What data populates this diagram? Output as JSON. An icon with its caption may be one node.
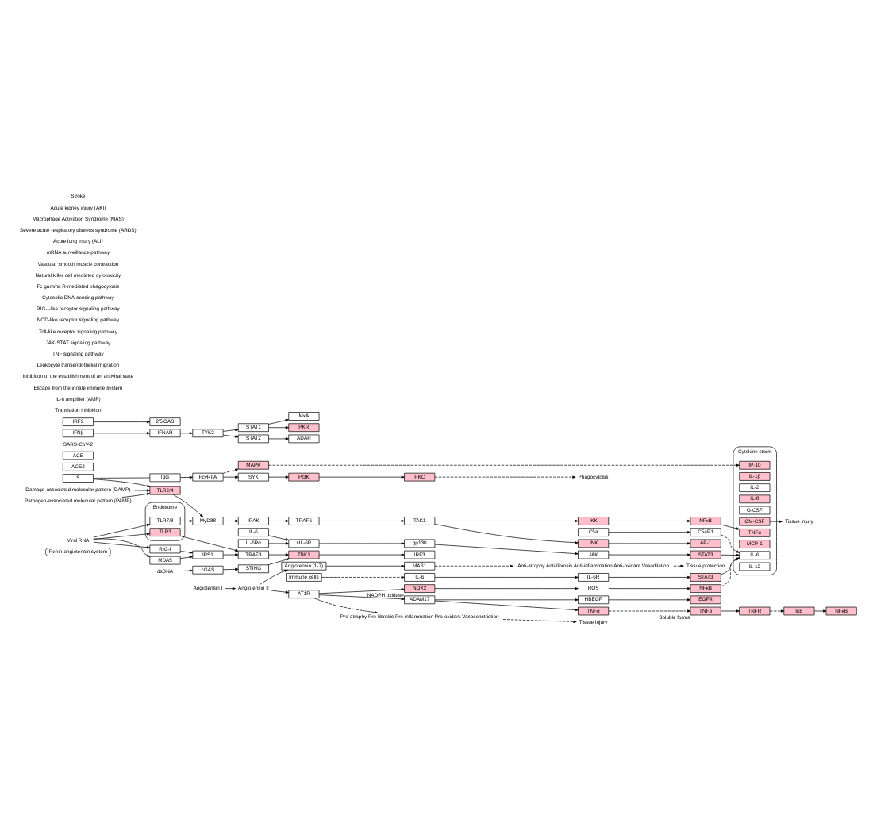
{
  "diagram": {
    "nodes": [
      {
        "text": [
          "Renin-angiotensin system"
        ]
      },
      {
        "text": [
          "Angiotensin (1-7)"
        ]
      },
      {
        "text": [
          "MAS1"
        ]
      },
      {
        "text": [
          "ACE2"
        ]
      },
      {
        "text": [
          "ACE"
        ]
      },
      {
        "text": [
          "Angiotensin I"
        ]
      },
      {
        "text": [
          "Angiotensin II"
        ]
      },
      {
        "text": [
          "AT1R"
        ]
      },
      {
        "text": [
          "Anti-atrophy Anti-fibrosis Anti-inflammation Anti-oxidant Vasodilation"
        ]
      },
      {
        "text": [
          "Tissue protection"
        ]
      },
      {
        "text": [
          "NOX2"
        ],
        "beside": [
          "NADPH oxidase"
        ]
      },
      {
        "text": [
          "ROS"
        ]
      },
      {
        "text": [
          "NFκB"
        ]
      },
      {
        "text": [
          "Pro-atrophy Pro-fibrosis Pro-inflammation Pro-oxidant Vasoconstriction"
        ]
      },
      {
        "text": [
          "Tissue injury"
        ]
      },
      {
        "text": [
          "ADAM17"
        ]
      },
      {
        "text": [
          "TNFα"
        ]
      },
      {
        "text": [
          "TNFα"
        ],
        "beside": [
          "Soluble forms"
        ]
      },
      {
        "text": [
          "HBEGF"
        ]
      },
      {
        "text": [
          "IL-6Rα"
        ]
      },
      {
        "text": [
          "sIL-6R"
        ]
      },
      {
        "text": [
          "TNFR"
        ]
      },
      {
        "text": [
          "EGFR"
        ]
      },
      {
        "text": [
          "IκB"
        ]
      },
      {
        "text": [
          "NFκB"
        ]
      },
      {
        "text": [
          "STAT3"
        ]
      },
      {
        "text": [
          "IL-6"
        ]
      },
      {
        "text": [
          "gp130"
        ]
      },
      {
        "text": [
          "JAK"
        ]
      },
      {
        "text": [
          "Cytokine storm"
        ]
      },
      {
        "text": [
          "IL-6"
        ],
        "in": 29
      },
      {
        "text": [
          "IL-1β"
        ],
        "in": 29
      },
      {
        "text": [
          "IL-2"
        ],
        "in": 29
      },
      {
        "text": [
          "IL-8"
        ],
        "in": 29
      },
      {
        "text": [
          "G-CSF"
        ],
        "in": 29
      },
      {
        "text": [
          "GM-CSF"
        ],
        "in": 29
      },
      {
        "text": [
          "IP-10"
        ],
        "in": 29
      },
      {
        "text": [
          "MCP-1"
        ],
        "in": 29
      },
      {
        "text": [
          "TNFα"
        ],
        "in": 29
      },
      {
        "text": [
          "IL-12"
        ],
        "in": 29
      },
      {
        "text": [
          "Immune cells"
        ]
      },
      {
        "text": [
          "IL-6"
        ]
      },
      {
        "text": [
          "IL-6R"
        ]
      },
      {
        "text": [
          "STAT3"
        ]
      },
      {
        "text": [
          "SARS-CoV-2"
        ]
      },
      {
        "text": [
          "S"
        ]
      },
      {
        "text": [
          "IgG"
        ]
      },
      {
        "text": [
          "FcγRIIA"
        ]
      },
      {
        "text": [
          "SYK"
        ]
      },
      {
        "text": [
          "PI3K"
        ]
      },
      {
        "text": [
          "PKC"
        ]
      },
      {
        "text": [
          "MAPK"
        ]
      },
      {
        "text": [
          "Phagocytosis"
        ]
      },
      {
        "text": [
          "TLR2/4"
        ]
      },
      {
        "text": [
          "MyD88"
        ]
      },
      {
        "text": [
          "IRAK"
        ]
      },
      {
        "text": [
          "TRAF6"
        ]
      },
      {
        "text": [
          "TAK1"
        ]
      },
      {
        "text": [
          "JNK"
        ]
      },
      {
        "text": [
          "AP-1"
        ]
      },
      {
        "text": [
          "IKK"
        ]
      },
      {
        "text": [
          "NFκB"
        ]
      },
      {
        "text": [
          "Damage-associated molecular pattern (DAMP)"
        ]
      },
      {
        "text": [
          "Pathogen-associated molecular pattern (PAMP)"
        ]
      },
      {
        "text": [
          "Endosome"
        ]
      },
      {
        "text": [
          "TLR7/8"
        ],
        "in": 64
      },
      {
        "text": [
          "TLR3"
        ],
        "in": 64
      },
      {
        "text": [
          "Viral RNA"
        ]
      },
      {
        "text": [
          "RIG-I"
        ]
      },
      {
        "text": [
          "MDA5"
        ]
      },
      {
        "text": [
          "IPS1"
        ]
      },
      {
        "text": [
          "TRAF3"
        ]
      },
      {
        "text": [
          "TBK1"
        ]
      },
      {
        "text": [
          "IRF3"
        ]
      },
      {
        "text": [
          "dsDNA"
        ]
      },
      {
        "text": [
          "cGAS"
        ]
      },
      {
        "text": [
          "STING"
        ]
      },
      {
        "text": [
          "IFNβ"
        ]
      },
      {
        "text": [
          "IFNAR"
        ]
      },
      {
        "text": [
          "TYK2"
        ]
      },
      {
        "text": [
          "STAT1"
        ]
      },
      {
        "text": [
          "STAT2"
        ]
      },
      {
        "text": [
          "IRF9"
        ]
      },
      {
        "text": [
          "ADAR"
        ]
      },
      {
        "text": [
          "2'5'OAS"
        ]
      },
      {
        "text": [
          "MxA"
        ]
      },
      {
        "text": [
          "PKR"
        ]
      },
      {
        "text": [
          "C5a"
        ]
      },
      {
        "text": [
          "C5aR1"
        ]
      },
      {
        "text": [
          "Tissue injury"
        ]
      }
    ],
    "edges": [
      {
        "from": 5,
        "to": 6,
        "arrow": "to"
      },
      {
        "from": 6,
        "to": 7,
        "arrow": "to"
      },
      {
        "from": 6,
        "to": 1,
        "arrow": "to"
      },
      {
        "from": 1,
        "to": 2,
        "arrow": "to"
      },
      {
        "from": 2,
        "to": 8,
        "arrow": "to",
        "style": "dashed"
      },
      {
        "from": 8,
        "to": 9,
        "arrow": "to",
        "style": "dashed"
      },
      {
        "from": 7,
        "to": 10,
        "arrow": "to"
      },
      {
        "from": 10,
        "to": 11,
        "arrow": "to"
      },
      {
        "from": 11,
        "to": 12,
        "arrow": "to"
      },
      {
        "from": 7,
        "to": 13,
        "arrow": "to",
        "style": "dashed"
      },
      {
        "from": 13,
        "to": 14,
        "arrow": "to",
        "style": "dashed"
      },
      {
        "from": 7,
        "to": 15,
        "arrow": "to"
      },
      {
        "from": 15,
        "to": 16,
        "arrow": "to"
      },
      {
        "from": 16,
        "to": 17,
        "arrow": "to",
        "style": "dashed"
      },
      {
        "from": 15,
        "to": 18,
        "arrow": "to"
      },
      {
        "from": 19,
        "to": 20,
        "arrow": "to"
      },
      {
        "from": 17,
        "to": 21,
        "arrow": "to"
      },
      {
        "from": 18,
        "to": 22,
        "arrow": "to"
      },
      {
        "from": 21,
        "to": 23,
        "arrow": "to",
        "style": "dashed"
      },
      {
        "from": 23,
        "to": 24,
        "arrow": "to"
      },
      {
        "from": 26,
        "to": 20,
        "arrow": "to"
      },
      {
        "from": 20,
        "to": 27,
        "arrow": "to"
      },
      {
        "from": 27,
        "to": 28,
        "arrow": "to"
      },
      {
        "from": 28,
        "to": 25,
        "arrow": "to"
      },
      {
        "from": 12,
        "to": 30,
        "arrow": "to",
        "style": "dashed"
      },
      {
        "from": 25,
        "to": 30,
        "arrow": "to"
      },
      {
        "from": 40,
        "to": 41,
        "arrow": "to",
        "style": "dashed"
      },
      {
        "from": 41,
        "to": 42,
        "arrow": "to"
      },
      {
        "from": 42,
        "to": 43,
        "arrow": "to"
      },
      {
        "from": 43,
        "to": 30,
        "arrow": "to"
      },
      {
        "from": 45,
        "to": 46,
        "arrow": "none"
      },
      {
        "from": 46,
        "to": 47,
        "arrow": "to"
      },
      {
        "from": 47,
        "to": 48,
        "arrow": "to"
      },
      {
        "from": 48,
        "to": 49,
        "arrow": "to"
      },
      {
        "from": 49,
        "to": 50,
        "arrow": "to"
      },
      {
        "from": 50,
        "to": 52,
        "arrow": "to",
        "style": "dashed"
      },
      {
        "from": 47,
        "to": 51,
        "arrow": "to",
        "style": "dashed"
      },
      {
        "from": 51,
        "to": 36,
        "arrow": "to",
        "style": "dashed"
      },
      {
        "from": 45,
        "to": 53,
        "arrow": "to"
      },
      {
        "from": 62,
        "to": 53,
        "arrow": "to"
      },
      {
        "from": 63,
        "to": 53,
        "arrow": "to"
      },
      {
        "from": 53,
        "to": 54,
        "arrow": "to"
      },
      {
        "from": 54,
        "to": 55,
        "arrow": "to"
      },
      {
        "from": 55,
        "to": 56,
        "arrow": "to"
      },
      {
        "from": 56,
        "to": 57,
        "arrow": "to"
      },
      {
        "from": 57,
        "to": 58,
        "arrow": "to"
      },
      {
        "from": 58,
        "to": 59,
        "arrow": "to"
      },
      {
        "from": 57,
        "to": 60,
        "arrow": "to"
      },
      {
        "from": 60,
        "to": 61,
        "arrow": "to"
      },
      {
        "from": 61,
        "to": 38,
        "arrow": "to"
      },
      {
        "from": 67,
        "to": 65,
        "arrow": "to"
      },
      {
        "from": 67,
        "to": 66,
        "arrow": "to"
      },
      {
        "from": 65,
        "to": 54,
        "arrow": "to"
      },
      {
        "from": 67,
        "to": 68,
        "arrow": "to"
      },
      {
        "from": 67,
        "to": 69,
        "arrow": "to"
      },
      {
        "from": 68,
        "to": 70,
        "arrow": "to"
      },
      {
        "from": 69,
        "to": 70,
        "arrow": "to"
      },
      {
        "from": 70,
        "to": 71,
        "arrow": "to"
      },
      {
        "from": 66,
        "to": 71,
        "arrow": "to"
      },
      {
        "from": 71,
        "to": 72,
        "arrow": "to"
      },
      {
        "from": 72,
        "to": 73,
        "arrow": "to"
      },
      {
        "from": 74,
        "to": 75,
        "arrow": "to"
      },
      {
        "from": 75,
        "to": 76,
        "arrow": "to"
      },
      {
        "from": 76,
        "to": 72,
        "arrow": "to"
      },
      {
        "from": 77,
        "to": 78,
        "arrow": "to"
      },
      {
        "from": 78,
        "to": 79,
        "arrow": "to"
      },
      {
        "from": 79,
        "to": 80,
        "arrow": "to"
      },
      {
        "from": 79,
        "to": 81,
        "arrow": "to"
      },
      {
        "from": 81,
        "to": 83,
        "arrow": "to"
      },
      {
        "from": 82,
        "to": 84,
        "arrow": "to"
      },
      {
        "from": 80,
        "to": 85,
        "arrow": "to"
      },
      {
        "from": 80,
        "to": 86,
        "arrow": "to"
      },
      {
        "from": 87,
        "to": 88,
        "arrow": "to"
      },
      {
        "from": 88,
        "to": 30,
        "arrow": "to",
        "style": "dashed"
      },
      {
        "from": 35,
        "to": 89,
        "arrow": "to"
      }
    ],
    "labels": [
      "Translation inhibition",
      "IL-6 amplifier (AMP)",
      "Escape from the innate immune system",
      "Inhibition of the establishment of an antiviral state",
      "Leukocyte transendothelial migration",
      "TNF signaling pathway",
      "JAK-STAT signaling pathway",
      "Toll-like receptor signaling pathway",
      "NOD-like receptor signaling pathway",
      "RIG-I-like receptor signaling pathway",
      "Cytosolic DNA-sensing pathway",
      "Fc gamma R-mediated phagocytosis",
      "Natural killer cell mediated cytotoxicity",
      "Vascular smooth muscle contraction",
      "mRNA surveillance pathway",
      "Acute lung injury (ALI)",
      "Severe acute respiratory distress syndrome (ARDS)",
      "Macrophage Activation Syndrome (MAS)",
      "Acute kidney injury (AKI)",
      "Stroke"
    ]
  }
}
